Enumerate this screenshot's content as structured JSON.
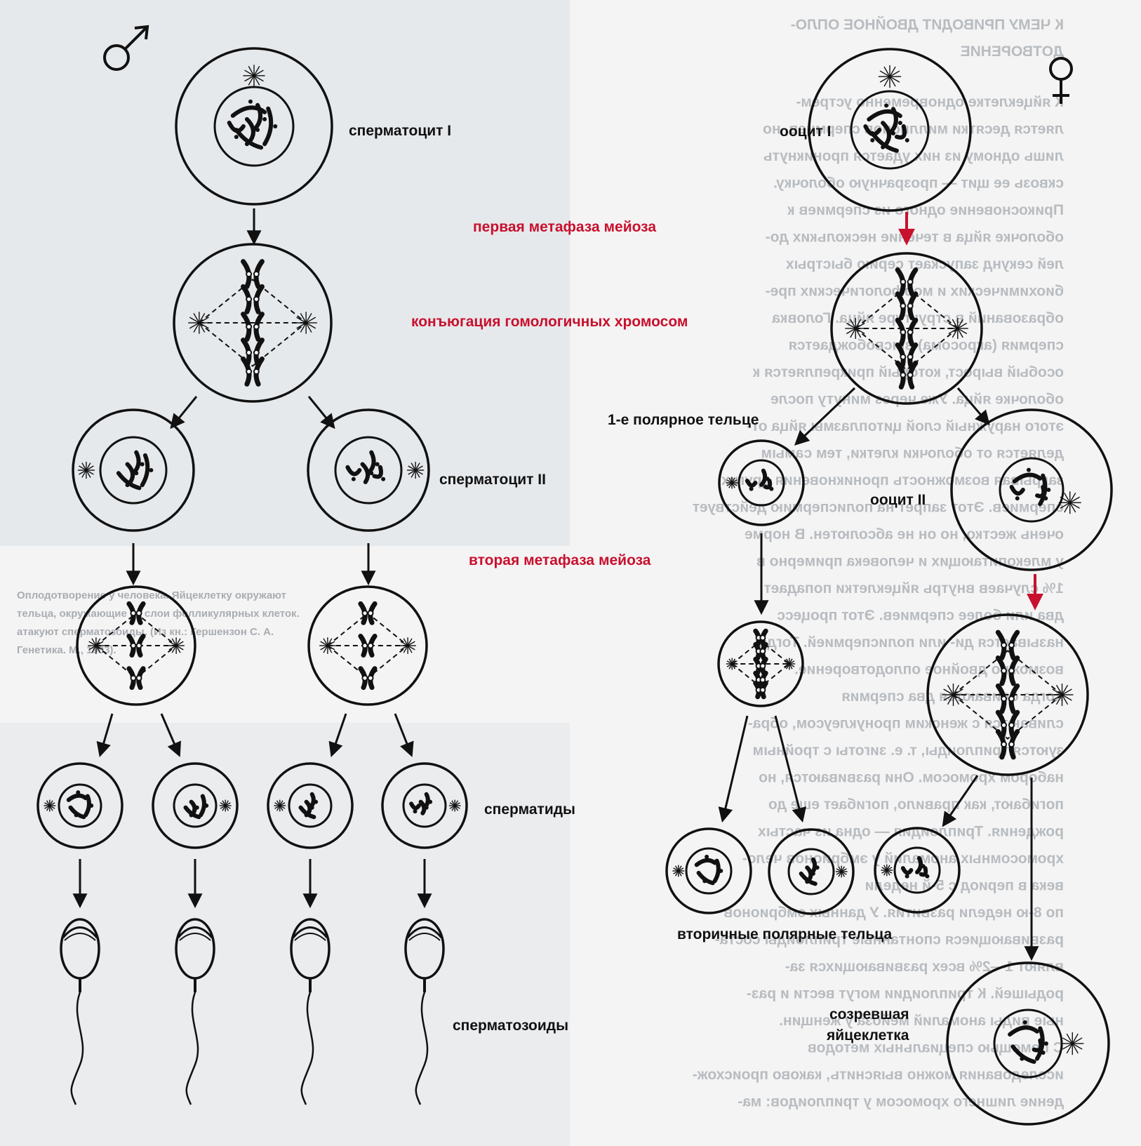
{
  "symbols": {
    "male": "♂",
    "female": "♀"
  },
  "labels": {
    "spermatocyte_1": "сперматоцит I",
    "oocyte_1": "ооцит I",
    "first_metaphase": "первая метафаза мейоза",
    "conjugation": "конъюгация гомологичных хромосом",
    "polar_body_1": "1-е полярное тельце",
    "spermatocyte_2": "сперматоцит II",
    "oocyte_2": "ооцит II",
    "second_metaphase": "вторая метафаза мейоза",
    "spermatids": "сперматиды",
    "secondary_polar_bodies": "вторичные полярные тельца",
    "spermatozoa": "сперматозоиды",
    "mature_egg_line1": "созревшая",
    "mature_egg_line2": "яйцеклетка"
  },
  "background_page": {
    "heading_line1": "К ЧЕМУ ПРИВОДИТ ДВОЙНОЕ ОПЛО-",
    "heading_line2": "ДОТВОРЕНИЕ",
    "text_lines": [
      "К яйцеклетке одновременно устрем-",
      "ляется десятки миллионов спермиев, но",
      "лишь одному из них удается проникнуть",
      "сквозь ее щит — прозрачную оболочку.",
      "Прикосновение одного из спермиев к",
      "оболочке яйца в течение нескольких до-",
      "лей секунд запускает серию быстрых",
      "биохимических и морфологических пре-",
      "образований в структуре яйца. Головка",
      "спермия (акросома) высвобождается",
      "особый вырост, который прикрепляется к",
      "оболочке яйца. Уже через минуту после",
      "этого наружный слой цитоплазмы яйца от-",
      "деляется от оболочки клетки, тем самым",
      "закрывая возможность проникновения других",
      "спермиев. Этот запрет на полиспермию действует",
      "очень жестко, но он не абсолютен. В норме",
      "у млекопитающих и человека примерно в",
      "1% случаев внутрь яйцеклетки попадает",
      "два или более спермиев. Этот процесс",
      "называется ди- или полиспермией. Тогда",
      "возможно двойное оплодотворение.",
      "Когда сливаются два спермия",
      "сливаются с женским пронуклеусом, обра-",
      "зуются триплоиды, т. е. зиготы с тройным",
      "набором хромосом. Они развиваются, но",
      "погибают, как правило, погибает еще до",
      "рождения. Триплоидия — одна из частых",
      "хромосомных аномалий у эмбрионов чело-",
      "века в период с 5-й недели",
      "по 8-ю недели развития. У данных эмбрионов",
      "развивающиеся спонтанные триплоиды соста-",
      "вляют 1—2% всех развивающихся за-",
      "родышей. К триплоидии могут вести и раз-",
      "ные виды аномалий мейоза у женщин.",
      "С помощью специальных методов",
      "исследования можно выяснить, каково происхож-",
      "дение лишнего хромосом у триплоидов: ма-"
    ],
    "caption_lines": [
      "Оплодотворение у человека. Яйцеклетку окружают",
      "тельца, окружающие ее слои фолликулярных клеток.",
      "атакуют сперматозоиды. (Из кн.: Гершензон С. А.",
      "Генетика. М., 1983)."
    ]
  },
  "colors": {
    "ink": "#111111",
    "accent_red": "#c8102e",
    "paper": "#f4f4f4"
  }
}
